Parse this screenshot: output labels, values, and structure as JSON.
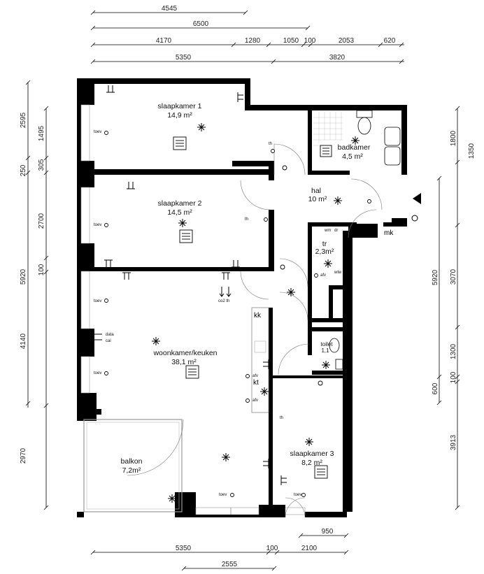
{
  "dimensions_top": {
    "row1": [
      "4545"
    ],
    "row2": [
      "6500"
    ],
    "row3": [
      "4170",
      "1280",
      "1050",
      "100",
      "2053",
      "620"
    ],
    "row4": [
      "5350",
      "3820"
    ]
  },
  "dimensions_left": {
    "outer": [
      "2595",
      "250",
      "5920",
      "4140",
      "2970"
    ],
    "inner": [
      "1495",
      "305",
      "2700",
      "100"
    ]
  },
  "dimensions_right": {
    "outer": [
      "1800",
      "5920",
      "600",
      "3913"
    ],
    "inner": [
      "1350",
      "3070",
      "1300",
      "100"
    ]
  },
  "dimensions_bottom": {
    "row1": [
      "950"
    ],
    "row2": [
      "5350",
      "100",
      "2100"
    ],
    "row3": [
      "2555"
    ]
  },
  "rooms": {
    "slaapkamer1": {
      "name": "slaapkamer 1",
      "area": "14,9 m²"
    },
    "badkamer": {
      "name": "badkamer",
      "area": "4,5 m²"
    },
    "slaapkamer2": {
      "name": "slaapkamer 2",
      "area": "14,5 m²"
    },
    "hal": {
      "name": "hal",
      "area": "10 m²"
    },
    "tr": {
      "name": "tr",
      "area": "2,3m²"
    },
    "woonkamer": {
      "name": "woonkamer/keuken",
      "area": "38,1 m²"
    },
    "toilet": {
      "name": "toilet",
      "area": "1,1"
    },
    "balkon": {
      "name": "balkon",
      "area": "7,2m²"
    },
    "slaapkamer3": {
      "name": "slaapkamer 3",
      "area": "8,2 m²"
    }
  },
  "labels": {
    "mk": "mk",
    "kk": "kk",
    "kt": "kt",
    "wm": "wm",
    "dr": "dr",
    "wtw": "wtw",
    "afv": "afv",
    "co2": "co2 th",
    "th": "th",
    "toev": "toev",
    "data": "data",
    "cai": "cai"
  },
  "icons": [
    "ceiling-light-icon",
    "radiator-icon",
    "wall-socket-icon",
    "switch-icon",
    "entrance-arrow-icon"
  ]
}
